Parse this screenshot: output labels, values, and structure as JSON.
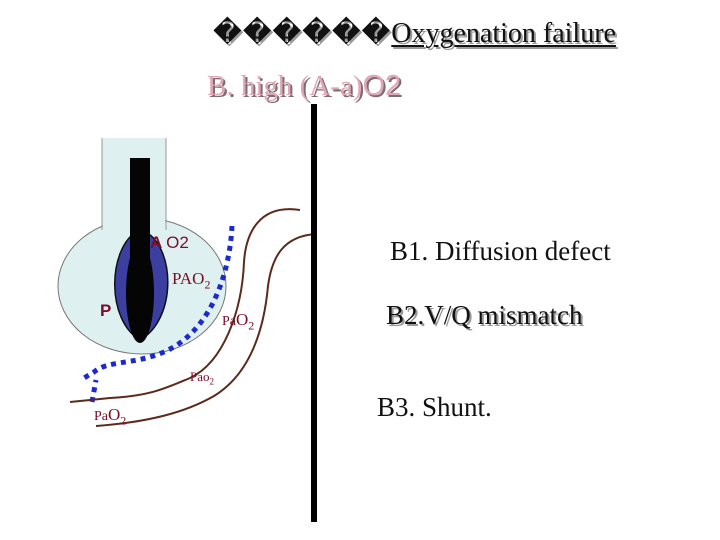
{
  "title": {
    "garbled": "������",
    "main": "Oxygenation failure"
  },
  "subtitle": {
    "prefix": "B. high  (A-a)",
    "suffix": "O2"
  },
  "labels": {
    "alveolar": {
      "letter": "A",
      "sub": "O2"
    },
    "pao2_upper": {
      "text": "PAO",
      "sub": "2"
    },
    "p_left": {
      "text": "P"
    },
    "pao2_arterial": {
      "text": "Pa",
      "mid": "O",
      "sub": "2"
    },
    "pao2_small": {
      "text": "Pao",
      "sub": "2"
    },
    "pao2_lower": {
      "text": "Pa",
      "mid": "O",
      "sub": "2"
    }
  },
  "mechanisms": {
    "b1": "B1. Diffusion defect",
    "b2": "B2.V/Q mismatch",
    "b3": "B3. Shunt."
  },
  "colors": {
    "airway_fill": "#dff0f0",
    "alveolus_inner": "#3b3fa0",
    "capillary_line": "#5a2a1a",
    "dotted_line": "#1a2ad0",
    "divider": "#000000"
  }
}
